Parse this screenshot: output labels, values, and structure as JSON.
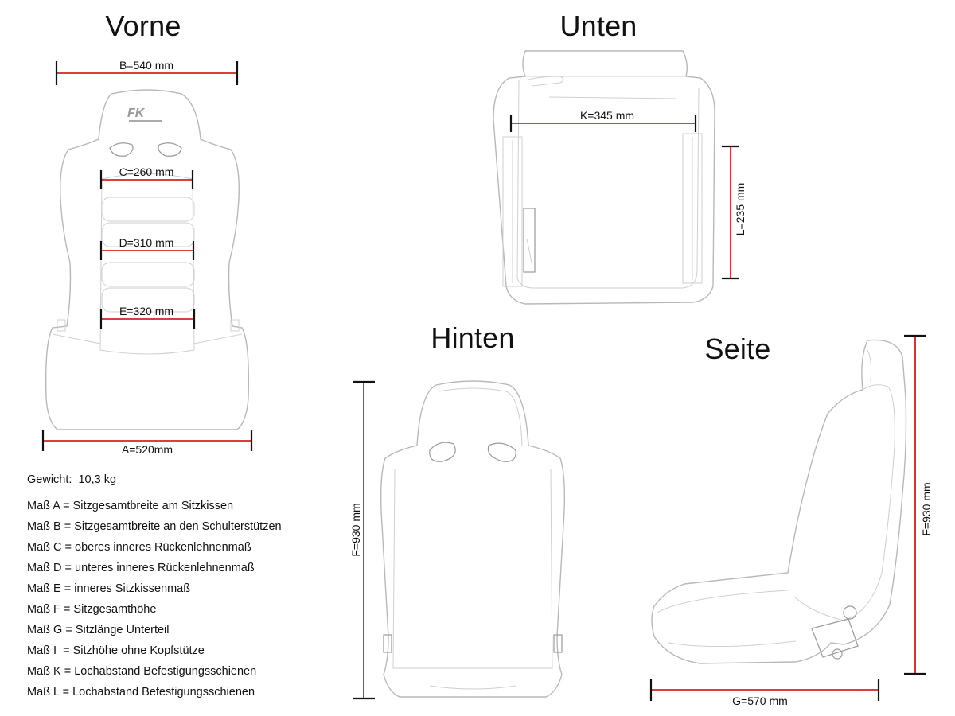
{
  "views": {
    "front": "Vorne",
    "bottom": "Unten",
    "back": "Hinten",
    "side": "Seite"
  },
  "brand_mark": "FK",
  "dimensions": {
    "A": "A=520mm",
    "B": "B=540 mm",
    "C": "C=260 mm",
    "D": "D=310 mm",
    "E": "E=320 mm",
    "F_back": "F=930 mm",
    "F_side": "F=930 mm",
    "G": "G=570 mm",
    "K": "K=345 mm",
    "L": "L=235 mm"
  },
  "weight": "Gewicht:  10,3 kg",
  "legend": [
    "Maß A = Sitzgesamtbreite am Sitzkissen",
    "Maß B = Sitzgesamtbreite an den Schulterstützen",
    "Maß C = oberes inneres Rückenlehnenmaß",
    "Maß D = unteres inneres Rückenlehnenmaß",
    "Maß E = inneres Sitzkissenmaß",
    "Maß F = Sitzgesamthöhe",
    "Maß G = Sitzlänge Unterteil",
    "Maß I  = Sitzhöhe ohne Kopfstütze",
    "Maß K = Lochabstand Befestigungsschienen",
    "Maß L = Lochabstand Befestigungsschienen"
  ],
  "colors": {
    "dimension_line": "#cc0000",
    "dimension_end": "#111111",
    "outline": "#b8b8b8"
  }
}
